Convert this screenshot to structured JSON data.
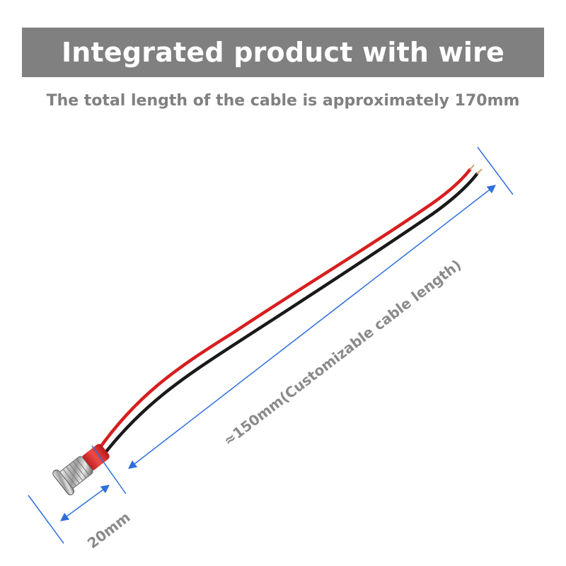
{
  "header": {
    "title": "Integrated product with wire",
    "subtitle": "The total length of the cable is approximately 170mm"
  },
  "dimensions": {
    "cable_length_label": "≈150mm(Customizable cable length)",
    "connector_length_label": "20mm"
  },
  "colors": {
    "banner": "#808080",
    "dimension_line": "#2f6fdc",
    "red_wire": "#d81e1e",
    "black_wire": "#1a1a1a",
    "sleeve": "#e03030"
  }
}
